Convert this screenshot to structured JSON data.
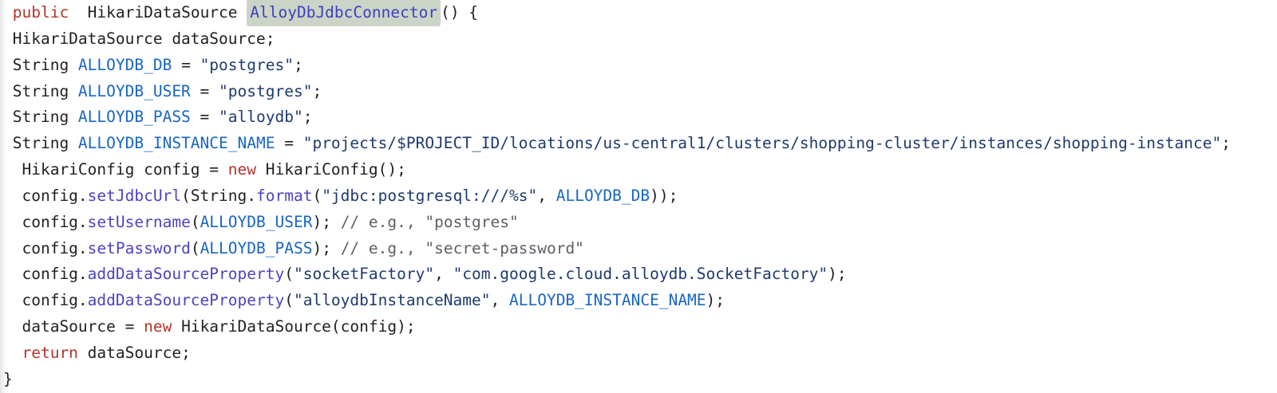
{
  "code_block": {
    "language": "java",
    "highlighted_token": "AlloyDbJdbcConnector",
    "highlight_color": "#ccd4c7",
    "colors": {
      "p": "#1f2023",
      "k": "#b3352b",
      "m": "#4d43bf",
      "v": "#1866c2",
      "s": "#1e3a6e",
      "c": "#5c6066",
      "h": "#3d3fc0"
    },
    "token_names": {
      "p": "code-token-plain",
      "k": "code-token-keyword",
      "m": "code-token-method",
      "v": "code-token-variable",
      "s": "code-token-string",
      "c": "code-token-comment",
      "h": "highlighted-method-name"
    },
    "lines": [
      {
        "tokens": [
          {
            "t": " ",
            "c": "p"
          },
          {
            "t": "public",
            "c": "k"
          },
          {
            "t": "  HikariDataSource ",
            "c": "p"
          },
          {
            "t": "AlloyDbJdbcConnector",
            "c": "h"
          },
          {
            "t": "() {",
            "c": "p"
          }
        ]
      },
      {
        "tokens": [
          {
            "t": " HikariDataSource dataSource;",
            "c": "p"
          }
        ]
      },
      {
        "tokens": [
          {
            "t": " String ",
            "c": "p"
          },
          {
            "t": "ALLOYDB_DB",
            "c": "v"
          },
          {
            "t": " = ",
            "c": "p"
          },
          {
            "t": "\"postgres\"",
            "c": "s"
          },
          {
            "t": ";",
            "c": "p"
          }
        ]
      },
      {
        "tokens": [
          {
            "t": " String ",
            "c": "p"
          },
          {
            "t": "ALLOYDB_USER",
            "c": "v"
          },
          {
            "t": " = ",
            "c": "p"
          },
          {
            "t": "\"postgres\"",
            "c": "s"
          },
          {
            "t": ";",
            "c": "p"
          }
        ]
      },
      {
        "tokens": [
          {
            "t": " String ",
            "c": "p"
          },
          {
            "t": "ALLOYDB_PASS",
            "c": "v"
          },
          {
            "t": " = ",
            "c": "p"
          },
          {
            "t": "\"alloydb\"",
            "c": "s"
          },
          {
            "t": ";",
            "c": "p"
          }
        ]
      },
      {
        "tokens": [
          {
            "t": " String ",
            "c": "p"
          },
          {
            "t": "ALLOYDB_INSTANCE_NAME",
            "c": "v"
          },
          {
            "t": " = ",
            "c": "p"
          },
          {
            "t": "\"projects/$PROJECT_ID/locations/us-central1/clusters/shopping-cluster/instances/shopping-instance\"",
            "c": "s"
          },
          {
            "t": ";",
            "c": "p"
          }
        ]
      },
      {
        "tokens": [
          {
            "t": "  HikariConfig config = ",
            "c": "p"
          },
          {
            "t": "new",
            "c": "k"
          },
          {
            "t": " HikariConfig();",
            "c": "p"
          }
        ]
      },
      {
        "tokens": [
          {
            "t": "  config.",
            "c": "p"
          },
          {
            "t": "setJdbcUrl",
            "c": "m"
          },
          {
            "t": "(String.",
            "c": "p"
          },
          {
            "t": "format",
            "c": "m"
          },
          {
            "t": "(",
            "c": "p"
          },
          {
            "t": "\"jdbc:postgresql:///%s\"",
            "c": "s"
          },
          {
            "t": ", ",
            "c": "p"
          },
          {
            "t": "ALLOYDB_DB",
            "c": "v"
          },
          {
            "t": "));",
            "c": "p"
          }
        ]
      },
      {
        "tokens": [
          {
            "t": "  config.",
            "c": "p"
          },
          {
            "t": "setUsername",
            "c": "m"
          },
          {
            "t": "(",
            "c": "p"
          },
          {
            "t": "ALLOYDB_USER",
            "c": "v"
          },
          {
            "t": "); ",
            "c": "p"
          },
          {
            "t": "// e.g., \"postgres\"",
            "c": "c"
          }
        ]
      },
      {
        "tokens": [
          {
            "t": "  config.",
            "c": "p"
          },
          {
            "t": "setPassword",
            "c": "m"
          },
          {
            "t": "(",
            "c": "p"
          },
          {
            "t": "ALLOYDB_PASS",
            "c": "v"
          },
          {
            "t": "); ",
            "c": "p"
          },
          {
            "t": "// e.g., \"secret-password\"",
            "c": "c"
          }
        ]
      },
      {
        "tokens": [
          {
            "t": "  config.",
            "c": "p"
          },
          {
            "t": "addDataSourceProperty",
            "c": "m"
          },
          {
            "t": "(",
            "c": "p"
          },
          {
            "t": "\"socketFactory\"",
            "c": "s"
          },
          {
            "t": ", ",
            "c": "p"
          },
          {
            "t": "\"com.google.cloud.alloydb.SocketFactory\"",
            "c": "s"
          },
          {
            "t": ");",
            "c": "p"
          }
        ]
      },
      {
        "tokens": [
          {
            "t": "  config.",
            "c": "p"
          },
          {
            "t": "addDataSourceProperty",
            "c": "m"
          },
          {
            "t": "(",
            "c": "p"
          },
          {
            "t": "\"alloydbInstanceName\"",
            "c": "s"
          },
          {
            "t": ", ",
            "c": "p"
          },
          {
            "t": "ALLOYDB_INSTANCE_NAME",
            "c": "v"
          },
          {
            "t": ");",
            "c": "p"
          }
        ]
      },
      {
        "tokens": [
          {
            "t": "  dataSource = ",
            "c": "p"
          },
          {
            "t": "new",
            "c": "k"
          },
          {
            "t": " HikariDataSource(config);",
            "c": "p"
          }
        ]
      },
      {
        "tokens": [
          {
            "t": "  ",
            "c": "p"
          },
          {
            "t": "return",
            "c": "k"
          },
          {
            "t": " dataSource;",
            "c": "p"
          }
        ]
      },
      {
        "tokens": [
          {
            "t": "}",
            "c": "p"
          }
        ]
      }
    ]
  }
}
